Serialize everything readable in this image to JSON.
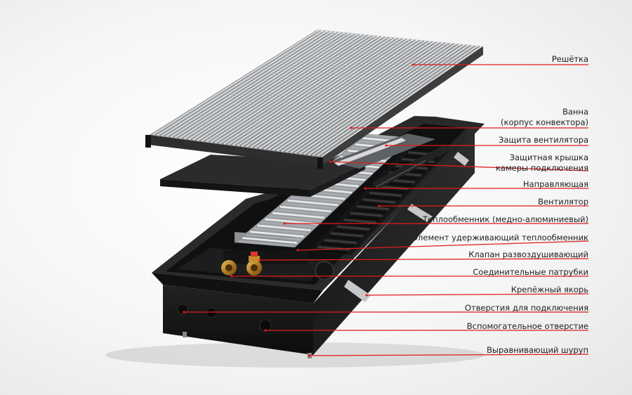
{
  "colors": {
    "leader": "#e21b1b",
    "label": "#1e1e1e"
  },
  "labels": {
    "reshetka": "Решётка",
    "vanna_1": "Ванна",
    "vanna_2": "(корпус конвектора)",
    "zashchita_ventilyatora": "Защита вентилятора",
    "kryshka_1": "Защитная крышка",
    "kryshka_2": "камеры подключения",
    "napravlyayushchaya": "Направляющая",
    "ventilyator": "Вентилятор",
    "teploobmennik": "Теплообменник (медно-алюминиевый)",
    "element": "Элемент удерживающий теплообменник",
    "klapan": "Клапан развоздушивающий",
    "patrubki": "Соединительные патрубки",
    "yakor": "Крепёжный якорь",
    "otverstiya": "Отверстия для подключения",
    "vspomogatelnoe": "Вспомогательное отверстие",
    "shurup": "Выравнивающий шуруп"
  }
}
